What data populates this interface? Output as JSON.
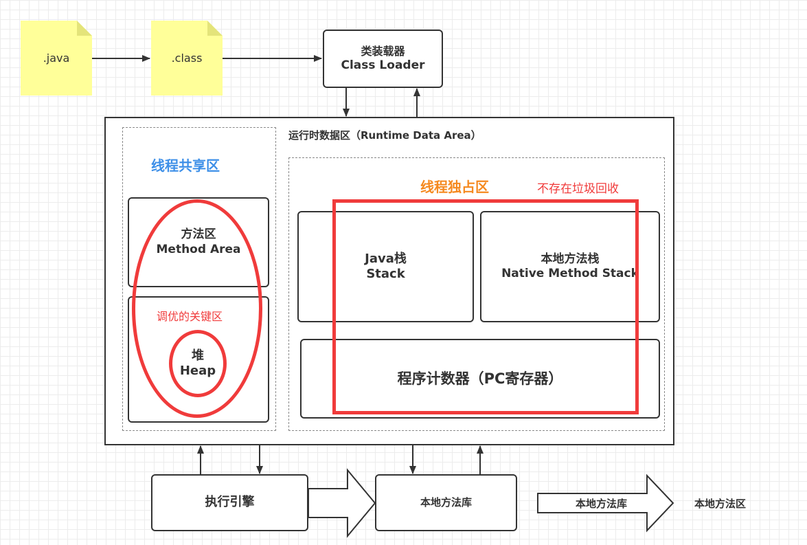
{
  "files": {
    "java": ".java",
    "class": ".class"
  },
  "class_loader": {
    "line1": "类装载器",
    "line2": "Class Loader"
  },
  "runtime_area": {
    "title": "运行时数据区（Runtime Data Area）"
  },
  "shared": {
    "title": "线程共享区",
    "method_area_line1": "方法区",
    "method_area_line2": "Method Area",
    "tuning_label": "调优的关键区",
    "heap_line1": "堆",
    "heap_line2": "Heap"
  },
  "private": {
    "title": "线程独占区",
    "no_gc_note": "不存在垃圾回收",
    "java_stack_line1": "Java栈",
    "java_stack_line2": "Stack",
    "native_stack_line1": "本地方法栈",
    "native_stack_line2": "Native Method Stack",
    "pc_register": "程序计数器（PC寄存器）"
  },
  "bottom": {
    "execution_engine": "执行引擎",
    "native_library": "本地方法库",
    "native_interface_arrow": "本地方法库",
    "native_area": "本地方法区"
  },
  "colors": {
    "shared_title": "#3d8fe8",
    "private_title": "#f5891f",
    "highlight_red": "#f03b3b",
    "note_yellow": "#ffff99",
    "line": "#333333"
  }
}
